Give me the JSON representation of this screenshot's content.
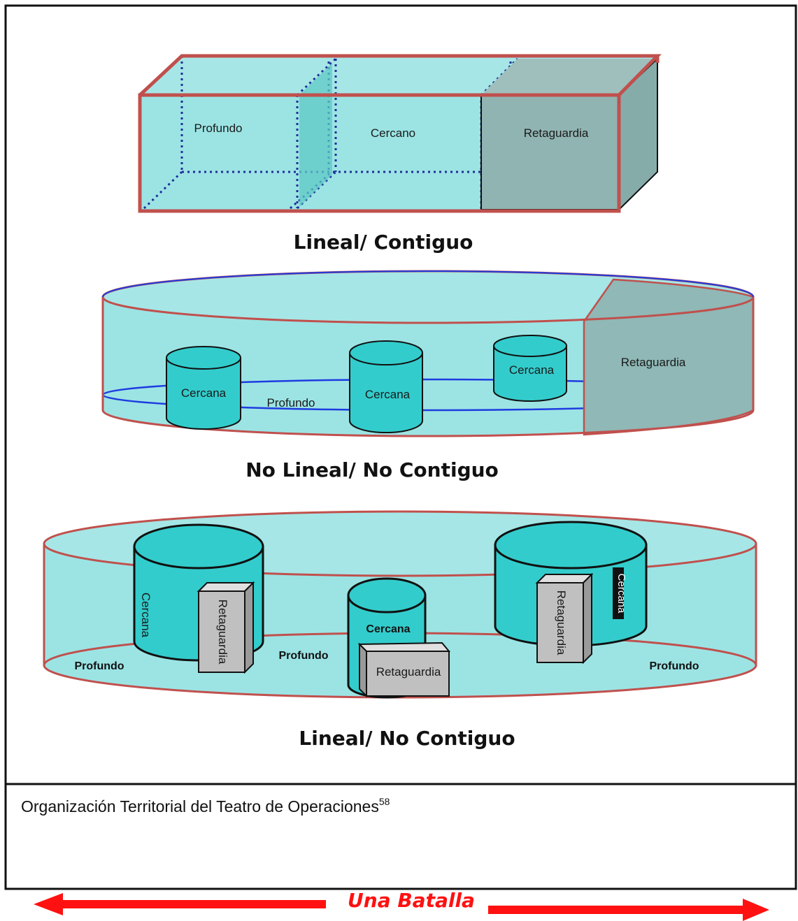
{
  "diagram1": {
    "title": "Lineal/ Contiguo",
    "zones": {
      "profundo": "Profundo",
      "cercano": "Cercano",
      "retaguardia": "Retaguardia"
    }
  },
  "diagram2": {
    "title": "No Lineal/ No Contiguo",
    "cercana": [
      "Cercana",
      "Cercana",
      "Cercana"
    ],
    "profundo": "Profundo",
    "retaguardia": "Retaguardia"
  },
  "diagram3": {
    "title": "Lineal/ No Contiguo",
    "cercana": [
      "Cercana",
      "Cercana",
      "Cercana"
    ],
    "retaguardia": [
      "Retaguardia",
      "Retaguardia",
      "Retaguardia"
    ],
    "profundo": [
      "Profundo",
      "Profundo",
      "Profundo"
    ]
  },
  "caption": {
    "text": "Organización Territorial del Teatro de Operaciones",
    "footnote": "58"
  },
  "arrow": {
    "label": "Una Batalla"
  },
  "colors": {
    "volume_fill": "#9ce4e4",
    "cylinder_fill": "#33cccc",
    "rear_fill": "#8fb8b6",
    "border_red": "#c0504d",
    "dotted_blue": "#1f2f9a",
    "box_gray": "#c0c0c0",
    "arrow_red": "#ff1111"
  }
}
